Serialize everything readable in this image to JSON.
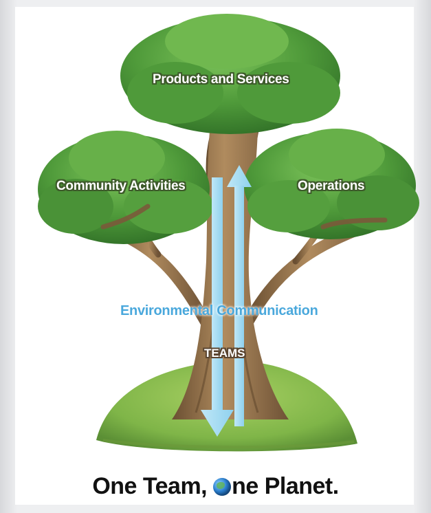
{
  "diagram": {
    "labels": {
      "products_and_services": "Products and Services",
      "community_activities": "Community Activities",
      "operations": "Operations",
      "environmental_communication": "Environmental Communication",
      "teams": "TEAMS"
    },
    "slogan": {
      "part1": "One Team,",
      "part2": "ne Planet."
    },
    "colors": {
      "foliage": "#4f9a3a",
      "foliage_dark": "#2f6e26",
      "trunk": "#8a6a45",
      "grass": "#7fb548",
      "arrow": "#a9ddf2",
      "env_text": "#4aa8dc"
    }
  }
}
